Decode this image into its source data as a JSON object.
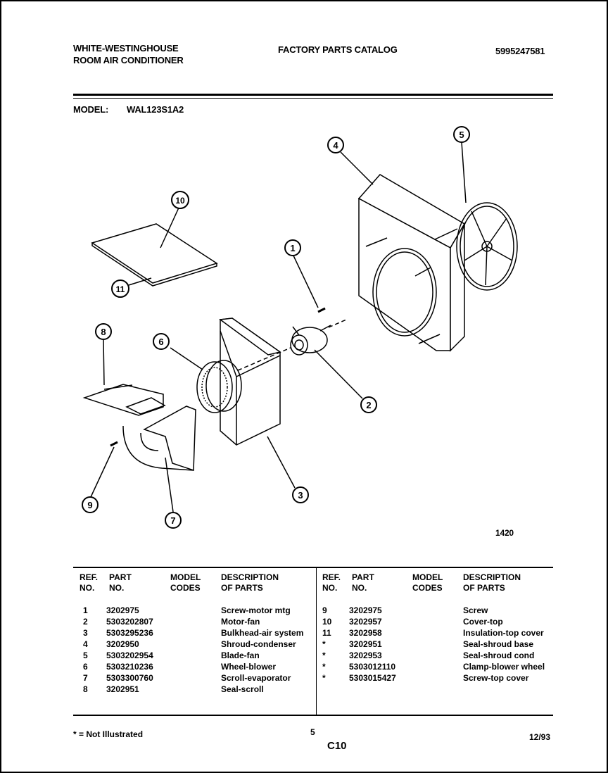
{
  "header": {
    "brand_line1": "WHITE-WESTINGHOUSE",
    "brand_line2": "ROOM AIR CONDITIONER",
    "catalog_title": "FACTORY PARTS CATALOG",
    "catalog_number": "5995247581",
    "model_label": "MODEL:",
    "model_value": "WAL123S1A2"
  },
  "diagram": {
    "figure_number": "1420",
    "callouts": [
      "1",
      "2",
      "3",
      "4",
      "5",
      "6",
      "7",
      "8",
      "9",
      "10",
      "11"
    ]
  },
  "table": {
    "headers": {
      "ref": [
        "REF.",
        "NO."
      ],
      "part": [
        "PART",
        "NO."
      ],
      "model": [
        "MODEL",
        "CODES"
      ],
      "desc": [
        "DESCRIPTION",
        "OF PARTS"
      ]
    },
    "left_rows": [
      {
        "ref": "1",
        "part": "3202975",
        "codes": "",
        "desc": "Screw-motor mtg"
      },
      {
        "ref": "2",
        "part": "5303202807",
        "codes": "",
        "desc": "Motor-fan"
      },
      {
        "ref": "3",
        "part": "5303295236",
        "codes": "",
        "desc": "Bulkhead-air system"
      },
      {
        "ref": "4",
        "part": "3202950",
        "codes": "",
        "desc": "Shroud-condenser"
      },
      {
        "ref": "5",
        "part": "5303202954",
        "codes": "",
        "desc": "Blade-fan"
      },
      {
        "ref": "6",
        "part": "5303210236",
        "codes": "",
        "desc": "Wheel-blower"
      },
      {
        "ref": "7",
        "part": "5303300760",
        "codes": "",
        "desc": "Scroll-evaporator"
      },
      {
        "ref": "8",
        "part": "3202951",
        "codes": "",
        "desc": "Seal-scroll"
      }
    ],
    "right_rows": [
      {
        "ref": "9",
        "part": "3202975",
        "codes": "",
        "desc": "Screw"
      },
      {
        "ref": "10",
        "part": "3202957",
        "codes": "",
        "desc": "Cover-top"
      },
      {
        "ref": "11",
        "part": "3202958",
        "codes": "",
        "desc": "Insulation-top cover"
      },
      {
        "ref": "*",
        "part": "3202951",
        "codes": "",
        "desc": "Seal-shroud base"
      },
      {
        "ref": "*",
        "part": "3202953",
        "codes": "",
        "desc": "Seal-shroud cond"
      },
      {
        "ref": "*",
        "part": "5303012110",
        "codes": "",
        "desc": "Clamp-blower wheel"
      },
      {
        "ref": "*",
        "part": "5303015427",
        "codes": "",
        "desc": "Screw-top cover"
      }
    ]
  },
  "footer": {
    "note": "* = Not Illustrated",
    "page_number": "5",
    "page_code": "C10",
    "date": "12/93"
  }
}
